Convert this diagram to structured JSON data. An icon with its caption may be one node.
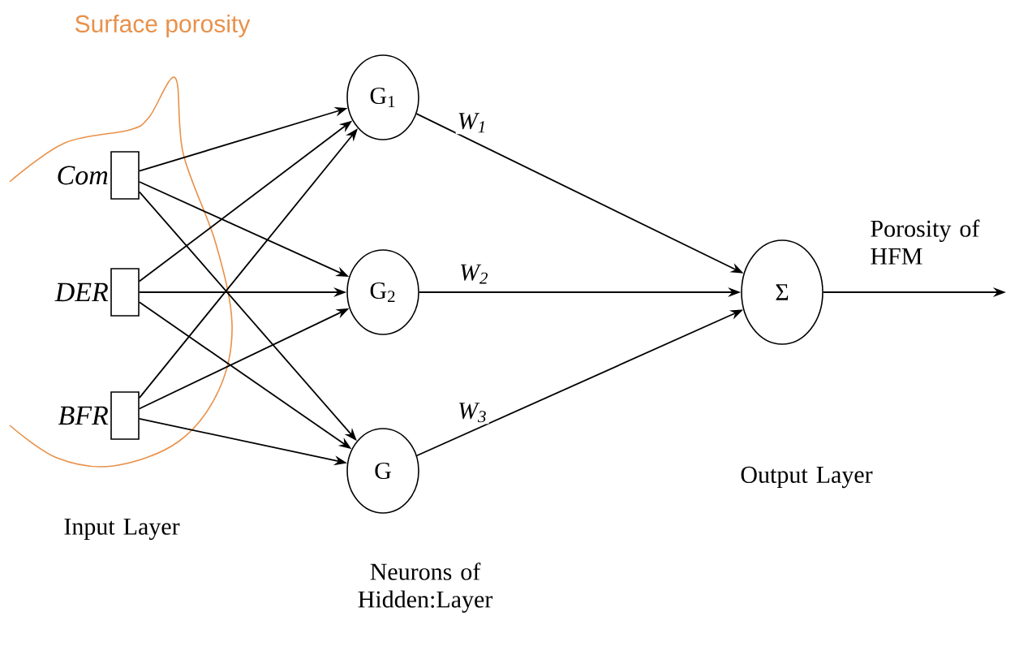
{
  "diagram": {
    "nodes": [
      {
        "text": [
          "Com"
        ]
      },
      {
        "text": [
          "DER"
        ]
      },
      {
        "text": [
          "BFR"
        ]
      },
      {
        "text": [
          "G$_{1}$"
        ]
      },
      {
        "text": [
          "G$_{2}$"
        ]
      },
      {
        "text": [
          "G"
        ]
      },
      {
        "text": [
          "Σ"
        ]
      }
    ],
    "edges": [
      {
        "from": 0,
        "to": 3,
        "arrow": "to"
      },
      {
        "from": 0,
        "to": 4,
        "arrow": "to"
      },
      {
        "from": 0,
        "to": 5,
        "arrow": "to"
      },
      {
        "from": 1,
        "to": 3,
        "arrow": "to"
      },
      {
        "from": 1,
        "to": 4,
        "arrow": "to"
      },
      {
        "from": 1,
        "to": 5,
        "arrow": "to"
      },
      {
        "from": 2,
        "to": 3,
        "arrow": "to"
      },
      {
        "from": 2,
        "to": 4,
        "arrow": "to"
      },
      {
        "from": 2,
        "to": 5,
        "arrow": "to"
      },
      {
        "from": 3,
        "to": 6,
        "arrow": "to",
        "label": "W$_{1}$"
      },
      {
        "from": 4,
        "to": 6,
        "arrow": "to",
        "label": "W$_{2}$"
      },
      {
        "from": 5,
        "to": 6,
        "arrow": "to",
        "label": "W$_{3}$"
      },
      {
        "from": 6,
        "to": null,
        "arrow": "to",
        "label": "Porosity of HFM"
      }
    ],
    "labels": [
      "Surface porosity",
      "Input Layer",
      "Neurons of Hidden:Layer",
      "Output Layer"
    ]
  }
}
